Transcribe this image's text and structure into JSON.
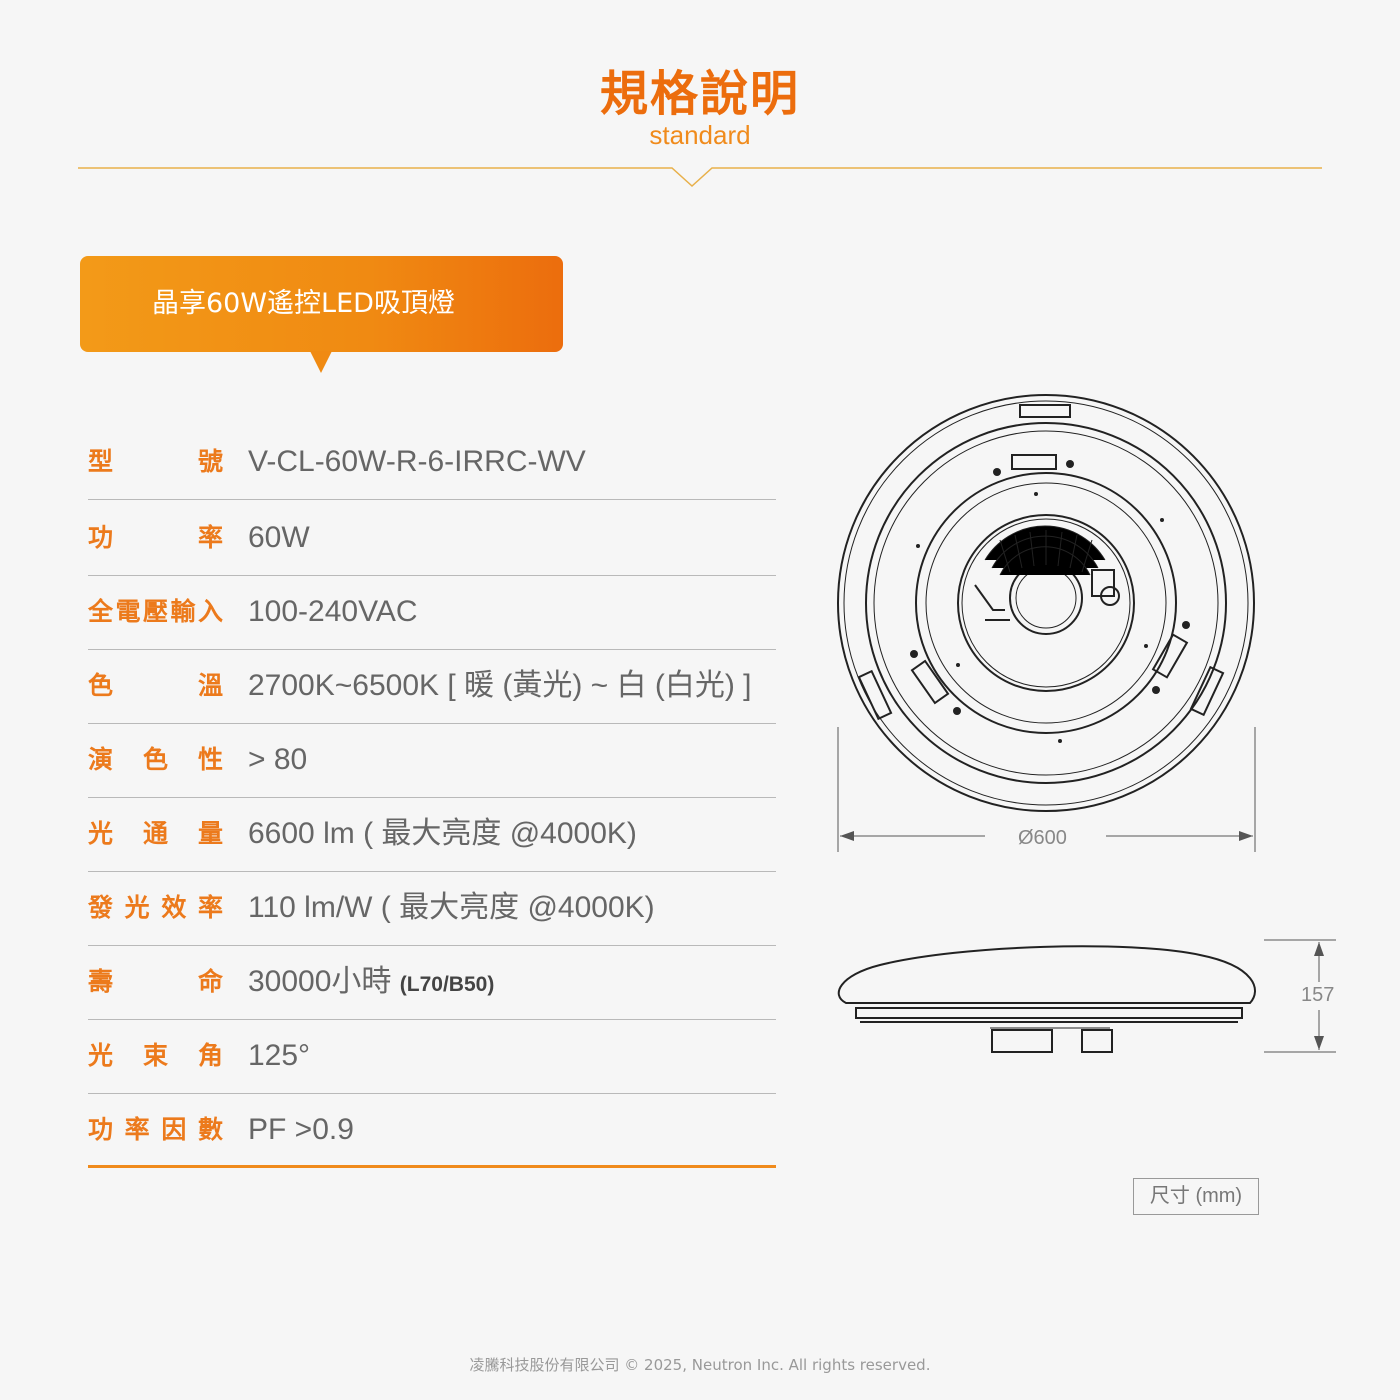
{
  "header": {
    "title": "規格說明",
    "subtitle": "standard"
  },
  "product": {
    "name": "晶享60W遙控LED吸頂燈"
  },
  "specs": [
    {
      "label": [
        "型",
        "號"
      ],
      "value": "V-CL-60W-R-6-IRRC-WV"
    },
    {
      "label": [
        "功",
        "率"
      ],
      "value": "60W"
    },
    {
      "label": [
        "全",
        "電",
        "壓",
        "輸",
        "入"
      ],
      "value": "100-240VAC"
    },
    {
      "label": [
        "色",
        "溫"
      ],
      "value": "2700K~6500K [ 暖 (黃光) ~ 白 (白光) ]"
    },
    {
      "label": [
        "演",
        "色",
        "性"
      ],
      "value": "> 80"
    },
    {
      "label": [
        "光",
        "通",
        "量"
      ],
      "value": "6600 lm ( 最大亮度 @4000K)"
    },
    {
      "label": [
        "發",
        "光",
        "效",
        "率"
      ],
      "value": "110 lm/W ( 最大亮度 @4000K)"
    },
    {
      "label": [
        "壽",
        "命"
      ],
      "value": "30000小時",
      "note": "(L70/B50)"
    },
    {
      "label": [
        "光",
        "束",
        "角"
      ],
      "value": "125°"
    },
    {
      "label": [
        "功",
        "率",
        "因",
        "數"
      ],
      "value": "PF >0.9"
    }
  ],
  "dimensions": {
    "diameter_label": "Ø600",
    "height_label": "157",
    "unit_label": "尺寸 (mm)"
  },
  "colors": {
    "accent": "#ec6d0d",
    "accent_light": "#f39a18",
    "divider": "#e8b04a",
    "line": "#b9b9b9"
  },
  "footer": {
    "copyright": "凌騰科技股份有限公司 © 2025, Neutron Inc. All rights reserved."
  }
}
